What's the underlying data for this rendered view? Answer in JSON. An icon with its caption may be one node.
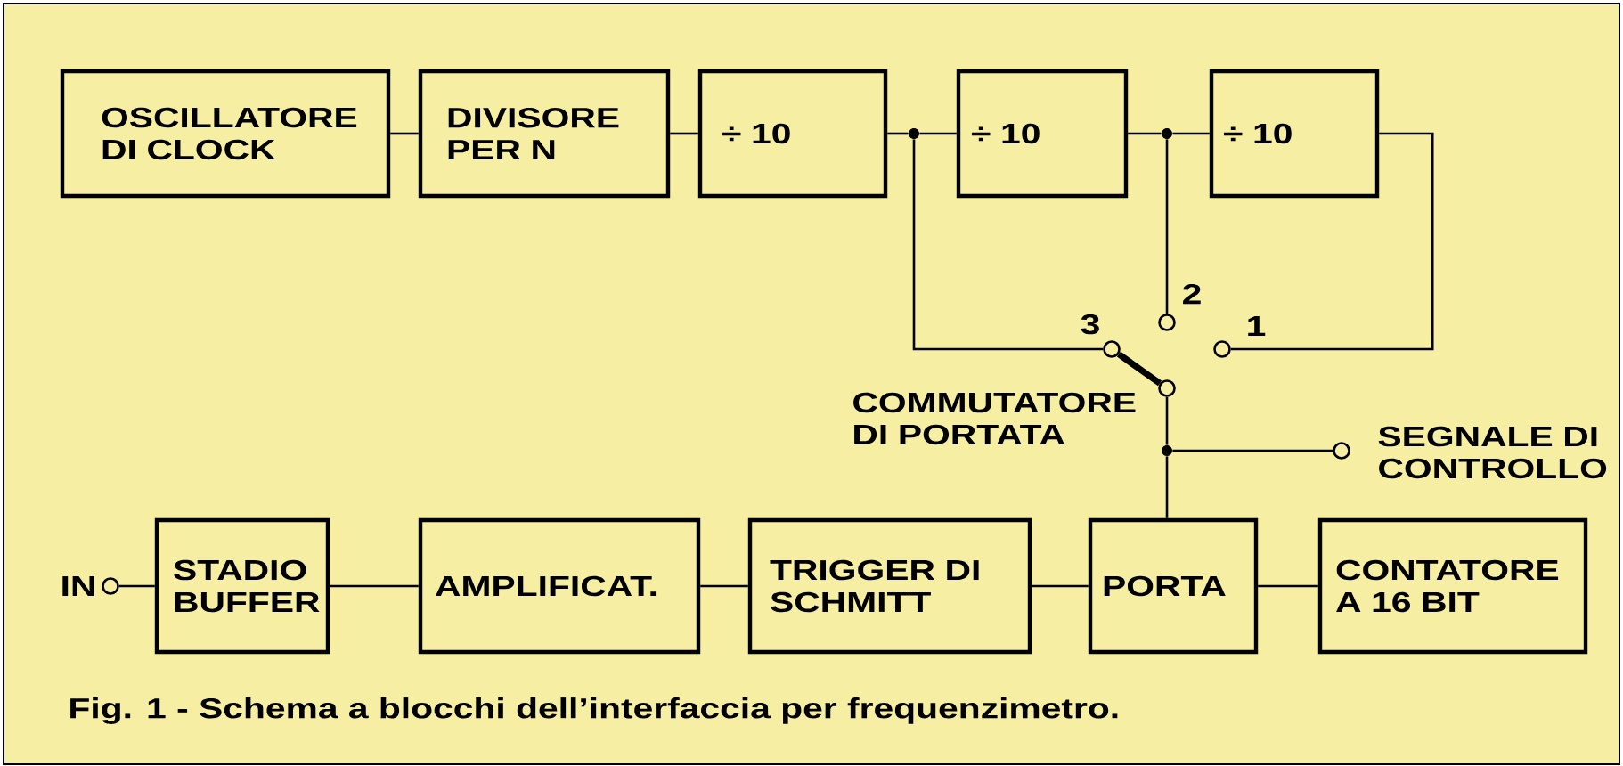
{
  "diagram": {
    "caption": "Fig. 1 - Schema a blocchi dell’interfaccia per frequenzimetro.",
    "nodes": [
      {
        "text": [
          "OSCILLATORE DI CLOCK"
        ]
      },
      {
        "text": [
          "DIVISORE PER N"
        ]
      },
      {
        "text": [
          "÷ 10"
        ]
      },
      {
        "text": [
          "÷ 10"
        ]
      },
      {
        "text": [
          "÷ 10"
        ]
      },
      {
        "text": [],
        "shape": "circle"
      },
      {
        "text": [],
        "shape": "circle"
      },
      {
        "text": [],
        "shape": "circle",
        "beside": [
          "3"
        ]
      },
      {
        "text": [],
        "shape": "circle",
        "beside": [
          "2"
        ]
      },
      {
        "text": [],
        "shape": "circle",
        "beside": [
          "1"
        ]
      },
      {
        "text": [],
        "shape": "circle"
      },
      {
        "text": [],
        "shape": "circle"
      },
      {
        "text": [],
        "shape": "circle",
        "beside": [
          "SEGNALE DI CONTROLLO"
        ]
      },
      {
        "text": [],
        "shape": "circle",
        "beside": [
          "IN"
        ]
      },
      {
        "text": [
          "STADIO BUFFER"
        ]
      },
      {
        "text": [
          "AMPLIFICAT."
        ]
      },
      {
        "text": [
          "TRIGGER DI SCHMITT"
        ]
      },
      {
        "text": [
          "PORTA"
        ]
      },
      {
        "text": [
          "CONTATORE A 16 BIT"
        ]
      }
    ],
    "edges": [
      {
        "from": 0,
        "to": 1,
        "arrow": "none"
      },
      {
        "from": 1,
        "to": 2,
        "arrow": "none"
      },
      {
        "from": 2,
        "to": 5,
        "arrow": "none"
      },
      {
        "from": 5,
        "to": 3,
        "arrow": "none"
      },
      {
        "from": 3,
        "to": 6,
        "arrow": "none"
      },
      {
        "from": 6,
        "to": 4,
        "arrow": "none"
      },
      {
        "from": 5,
        "to": 7,
        "arrow": "none"
      },
      {
        "from": 6,
        "to": 8,
        "arrow": "none"
      },
      {
        "from": 4,
        "to": 9,
        "arrow": "none"
      },
      {
        "from": 10,
        "to": 7,
        "arrow": "none",
        "style": "thick"
      },
      {
        "from": 10,
        "to": 11,
        "arrow": "none"
      },
      {
        "from": 11,
        "to": 12,
        "arrow": "none"
      },
      {
        "from": 11,
        "to": 17,
        "arrow": "none"
      },
      {
        "from": 13,
        "to": 14,
        "arrow": "none"
      },
      {
        "from": 14,
        "to": 15,
        "arrow": "none"
      },
      {
        "from": 15,
        "to": 16,
        "arrow": "none"
      },
      {
        "from": 16,
        "to": 17,
        "arrow": "none"
      },
      {
        "from": 17,
        "to": 18,
        "arrow": "none"
      }
    ],
    "labels": [
      "COMMUTATORE DI PORTATA"
    ]
  }
}
